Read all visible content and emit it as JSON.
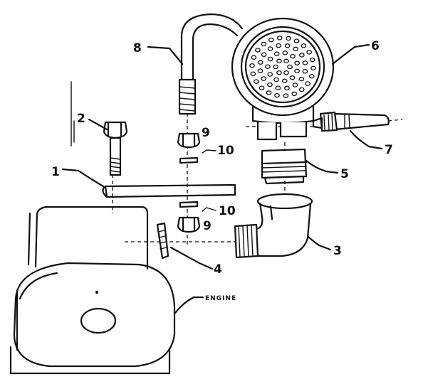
{
  "diagram": {
    "callouts": {
      "part_1": "1",
      "part_2": "2",
      "part_3": "3",
      "part_4": "4",
      "part_5": "5",
      "part_6": "6",
      "part_7": "7",
      "part_8": "8",
      "part_9_upper": "9",
      "part_9_lower": "9",
      "part_10_upper": "10",
      "part_10_lower": "10",
      "engine": "ENGINE"
    }
  }
}
